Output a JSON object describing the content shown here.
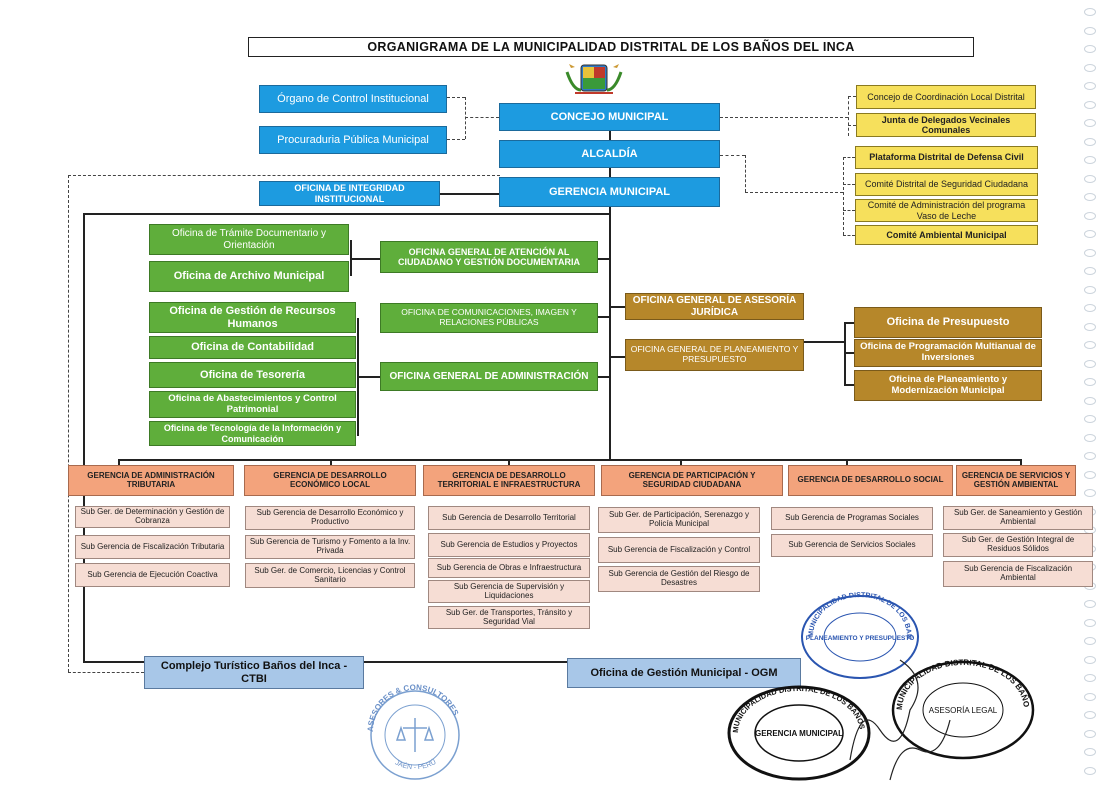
{
  "title": "ORGANIGRAMA DE LA MUNICIPALIDAD DISTRITAL DE LOS BAÑOS DEL INCA",
  "top": {
    "organo_control": "Órgano de Control Institucional",
    "procuraduria": "Procuraduria Pública Municipal",
    "concejo": "CONCEJO MUNICIPAL",
    "alcaldia": "ALCALDÍA",
    "integridad": "OFICINA DE INTEGRIDAD INSTITUCIONAL",
    "gerencia_municipal": "GERENCIA MUNICIPAL"
  },
  "right_committees": {
    "coordinacion": "Concejo de Coordinación Local Distrital",
    "delegados": "Junta de Delegados Vecinales Comunales",
    "defensa_civil": "Plataforma Distrital de Defensa Civil",
    "seguridad": "Comité Distrital de Seguridad Ciudadana",
    "vaso_leche": "Comité de Administración del programa Vaso de Leche",
    "ambiental": "Comité Ambiental Municipal"
  },
  "green_units": {
    "tramite": "Oficina de Trámite Documentario y Orientación",
    "archivo": "Oficina de Archivo Municipal",
    "atencion": "OFICINA GENERAL DE ATENCIÓN AL CIUDADANO Y GESTIÓN DOCUMENTARIA",
    "rrhh": "Oficina de Gestión de Recursos Humanos",
    "contabilidad": "Oficina de Contabilidad",
    "tesoreria": "Oficina de Tesorería",
    "abastecimientos": "Oficina de Abastecimientos y Control Patrimonial",
    "tecnologia": "Oficina de Tecnología de la Información y Comunicación",
    "comunicaciones": "OFICINA DE COMUNICACIONES, IMAGEN Y RELACIONES PÚBLICAS",
    "administracion": "OFICINA GENERAL DE ADMINISTRACIÓN"
  },
  "gold_units": {
    "juridica": "OFICINA GENERAL DE ASESORÍA JURÍDICA",
    "planeamiento": "OFICINA GENERAL DE PLANEAMIENTO Y PRESUPUESTO",
    "presupuesto": "Oficina de Presupuesto",
    "inversiones": "Oficina de Programación Multianual de Inversiones",
    "modernizacion": "Oficina de Planeamiento y Modernización Municipal"
  },
  "gerencias": [
    {
      "name": "GERENCIA DE ADMINISTRACIÓN TRIBUTARIA",
      "subs": [
        "Sub Ger. de Determinación y Gestión de Cobranza",
        "Sub Gerencia de Fiscalización Tributaria",
        "Sub Gerencia de Ejecución Coactiva"
      ]
    },
    {
      "name": "GERENCIA DE DESARROLLO ECONÓMICO LOCAL",
      "subs": [
        "Sub Gerencia de Desarrollo Económico y Productivo",
        "Sub Gerencia de Turismo y Fomento a la Inv. Privada",
        "Sub Ger. de Comercio, Licencias y Control Sanitario"
      ]
    },
    {
      "name": "GERENCIA DE DESARROLLO TERRITORIAL E INFRAESTRUCTURA",
      "subs": [
        "Sub Gerencia de Desarrollo Territorial",
        "Sub Gerencia de Estudios y Proyectos",
        "Sub Gerencia de Obras e Infraestructura",
        "Sub Gerencia de Supervisión y Liquidaciones",
        "Sub Ger. de Transportes, Tránsito y Seguridad Vial"
      ]
    },
    {
      "name": "GERENCIA DE PARTICIPACIÓN Y SEGURIDAD CIUDADANA",
      "subs": [
        "Sub Ger. de Participación, Serenazgo y Policía Municipal",
        "Sub Gerencia de Fiscalización y Control",
        "Sub Gerencia de Gestión del Riesgo de Desastres"
      ]
    },
    {
      "name": "GERENCIA DE DESARROLLO SOCIAL",
      "subs": [
        "Sub Gerencia de Programas Sociales",
        "Sub Gerencia de Servicios Sociales"
      ]
    },
    {
      "name": "GERENCIA DE SERVICIOS Y GESTIÓN AMBIENTAL",
      "subs": [
        "Sub Ger. de Saneamiento y Gestión Ambiental",
        "Sub Ger. de Gestión Integral de Residuos Sólidos",
        "Sub Gerencia de Fiscalización Ambiental"
      ]
    }
  ],
  "bottom": {
    "ctbi": "Complejo Turístico Baños del Inca - CTBI",
    "ogm": "Oficina de Gestión Municipal - OGM"
  },
  "stamps": {
    "asesores": "ASESORES & CONSULTORES",
    "jaen": "JAÉN - PERÚ",
    "municipalidad": "MUNICIPALIDAD DISTRITAL DE LOS BAÑOS DEL INCA",
    "asesoria": "ASESORÍA LEGAL",
    "planeamiento": "PLANEAMIENTO Y PRESUPUESTO",
    "gerencia": "GERENCIA MUNICIPAL"
  },
  "colors": {
    "blue": "#1d9be0",
    "green": "#5fae3b",
    "gold": "#b6872a",
    "yellow": "#f6e05c",
    "salmon": "#f3a37c",
    "pink": "#f6ddd4",
    "lightblue": "#a8c7e8"
  }
}
